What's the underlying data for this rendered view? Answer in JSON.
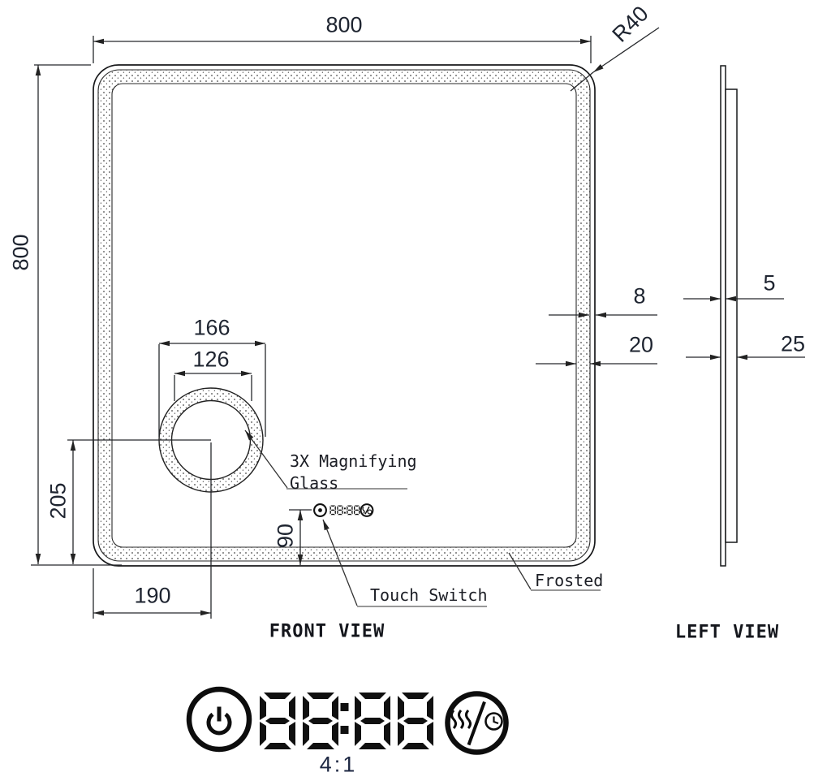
{
  "front_view": {
    "title": "FRONT VIEW",
    "dim_width": "800",
    "dim_height": "800",
    "corner_radius": "R40",
    "magnifier": {
      "outer_diameter": "166",
      "inner_diameter": "126",
      "center_from_left": "190",
      "center_from_bottom": "205",
      "note_line1": "3X Magnifying",
      "note_line2": "Glass"
    },
    "touch_switch": {
      "label": "Touch Switch",
      "height_from_bottom": "90",
      "display_digits": "88:88"
    },
    "frosted": {
      "label": "Frosted",
      "edge_strip_width": "8",
      "band_width": "20"
    }
  },
  "left_view": {
    "title": "LEFT VIEW",
    "glass_thickness": "5",
    "total_depth": "25"
  },
  "detail_view": {
    "scale_label": "4:1",
    "display_digits": "88:88",
    "icons": [
      "power-button-icon",
      "defogger-clock-icon"
    ]
  }
}
